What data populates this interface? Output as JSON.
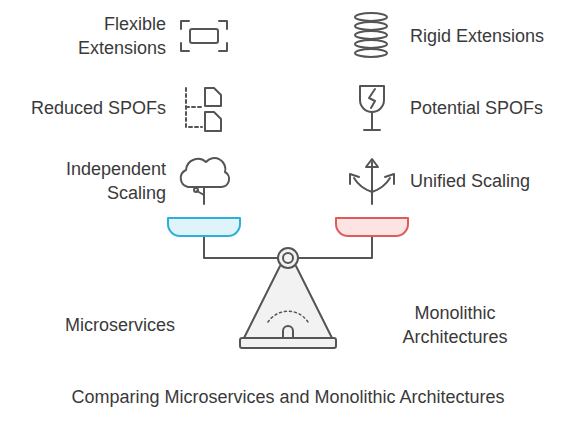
{
  "diagram": {
    "caption": "Comparing Microservices and Monolithic Architectures",
    "labels": [
      "Flexible Extensions",
      "Rigid Extensions",
      "Reduced SPOFs",
      "Potential SPOFs",
      "Independent Scaling",
      "Unified Scaling",
      "Microservices",
      "Monolithic Architectures"
    ]
  }
}
